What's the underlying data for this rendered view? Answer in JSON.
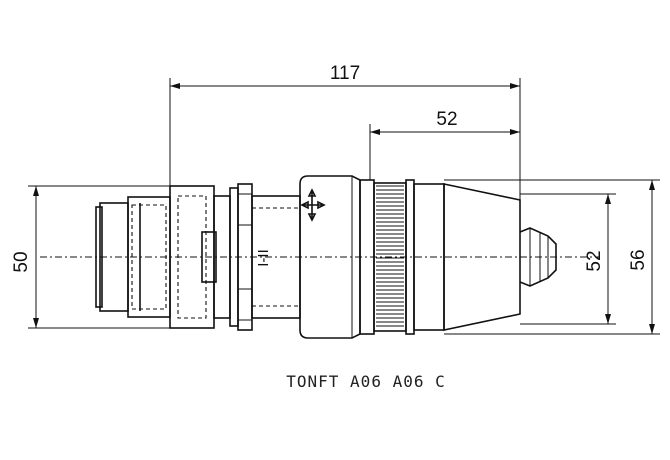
{
  "dimensions": {
    "overall_length": "117",
    "head_length": "52",
    "body_height": "50",
    "head_inner_diameter": "52",
    "head_outer_diameter": "56"
  },
  "labels": {
    "position_mark": "I-II",
    "caption": "TONFT A06 A06 C"
  }
}
